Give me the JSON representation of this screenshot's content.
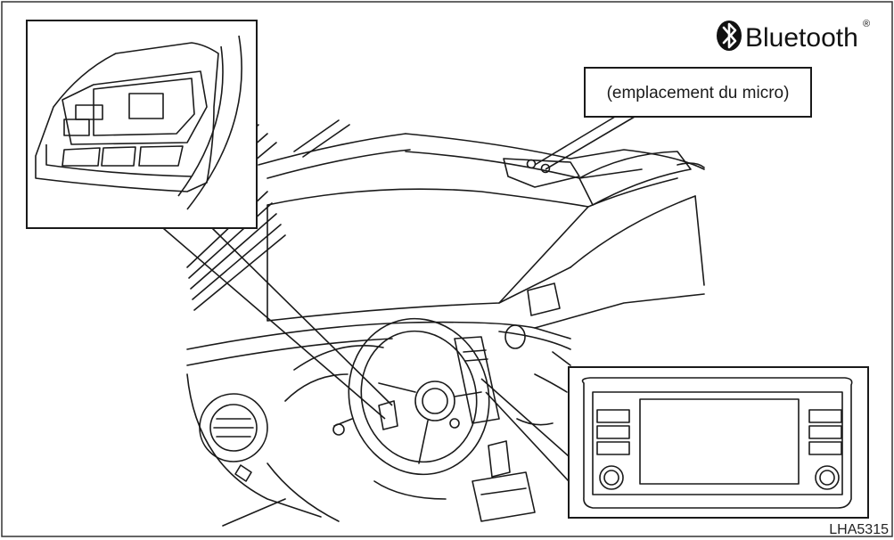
{
  "brand": {
    "name": "Bluetooth",
    "registered_mark": "®",
    "icon": "bluetooth-icon"
  },
  "callouts": {
    "microphone_label": "(emplacement du micro)"
  },
  "figure": {
    "code": "LHA5315"
  },
  "colors": {
    "line": "#1a1a1a",
    "background": "#ffffff",
    "frame": "#333333"
  }
}
